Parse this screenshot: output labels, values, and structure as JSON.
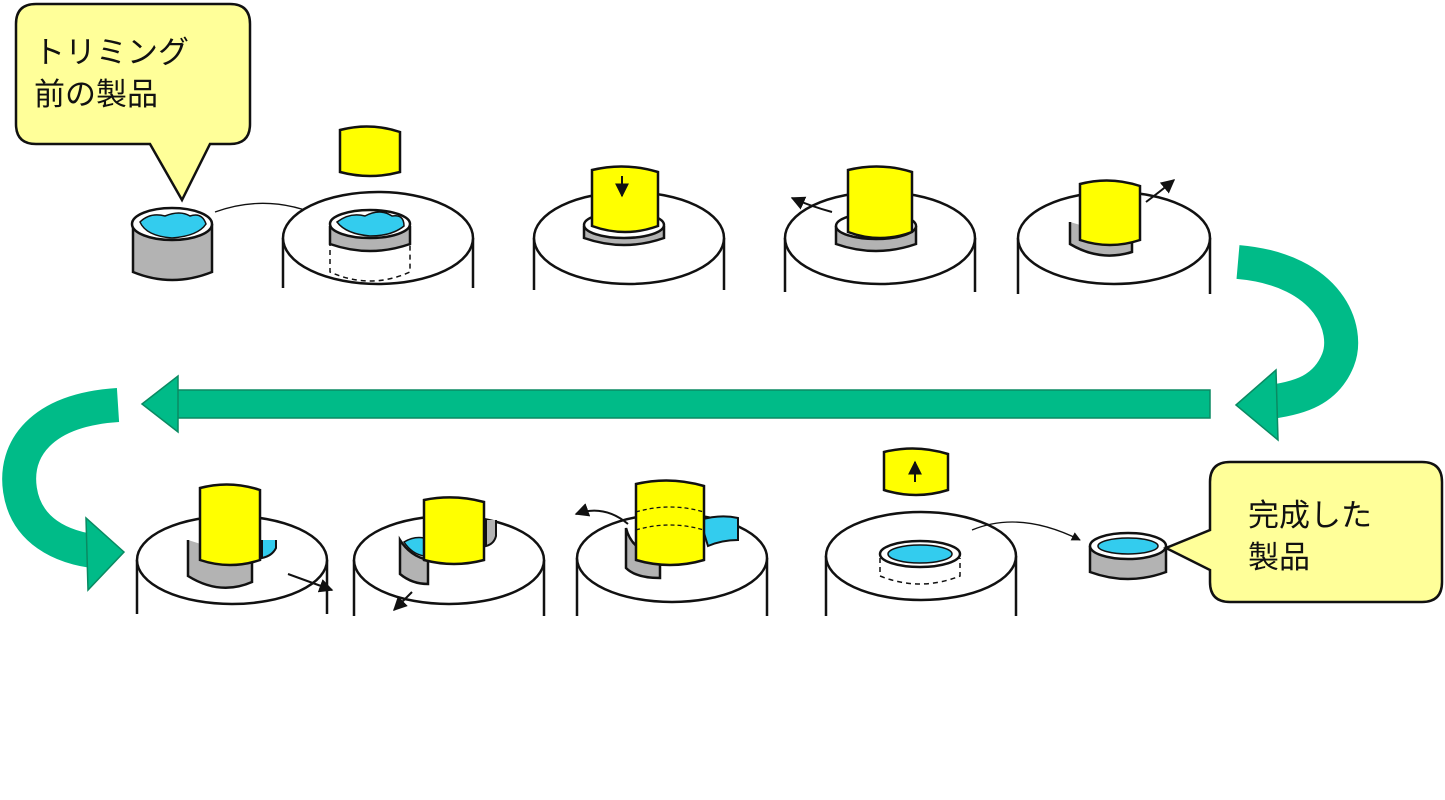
{
  "callouts": {
    "before": {
      "line1": "トリミング",
      "line2": "前の製品"
    },
    "after": {
      "line1": "完成した",
      "line2": "製品"
    }
  },
  "colors": {
    "punch": "#ffff00",
    "product_surface": "#33ccee",
    "product_wall": "#b3b3b3",
    "process_arrow": "#00bb88",
    "callout_fill": "#ffff99",
    "outline": "#111111"
  }
}
